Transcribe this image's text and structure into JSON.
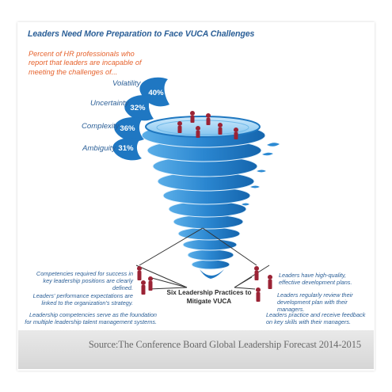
{
  "title": "Leaders Need More Preparation to Face VUCA Challenges",
  "intro": "Percent of HR professionals who report that leaders are incapable of meeting the challenges of...",
  "challenges": [
    {
      "label": "Volatility",
      "percent": "40%"
    },
    {
      "label": "Uncertainty",
      "percent": "32%"
    },
    {
      "label": "Complexity",
      "percent": "36%"
    },
    {
      "label": "Ambiguity",
      "percent": "31%"
    }
  ],
  "center_label": "Six Leadership Practices to Mitigate VUCA",
  "practices_left": [
    "Competencies required for success in key leadership positions are clearly defined.",
    "Leaders' performance expectations are linked to the organization's strategy.",
    "Leadership competencies serve as the foundation for multiple leadership talent management systems."
  ],
  "practices_right": [
    "Leaders have high-quality, effective development plans.",
    "Leaders regularly review their development plan with their managers.",
    "Leaders practice and receive feedback on key skills with their managers."
  ],
  "source": "Source:The Conference Board Global Leadership Forecast 2014-2015",
  "colors": {
    "blue": "#2b5f97",
    "drop": "#1f77c2",
    "orange": "#e6632e",
    "figure": "#9b2335"
  }
}
